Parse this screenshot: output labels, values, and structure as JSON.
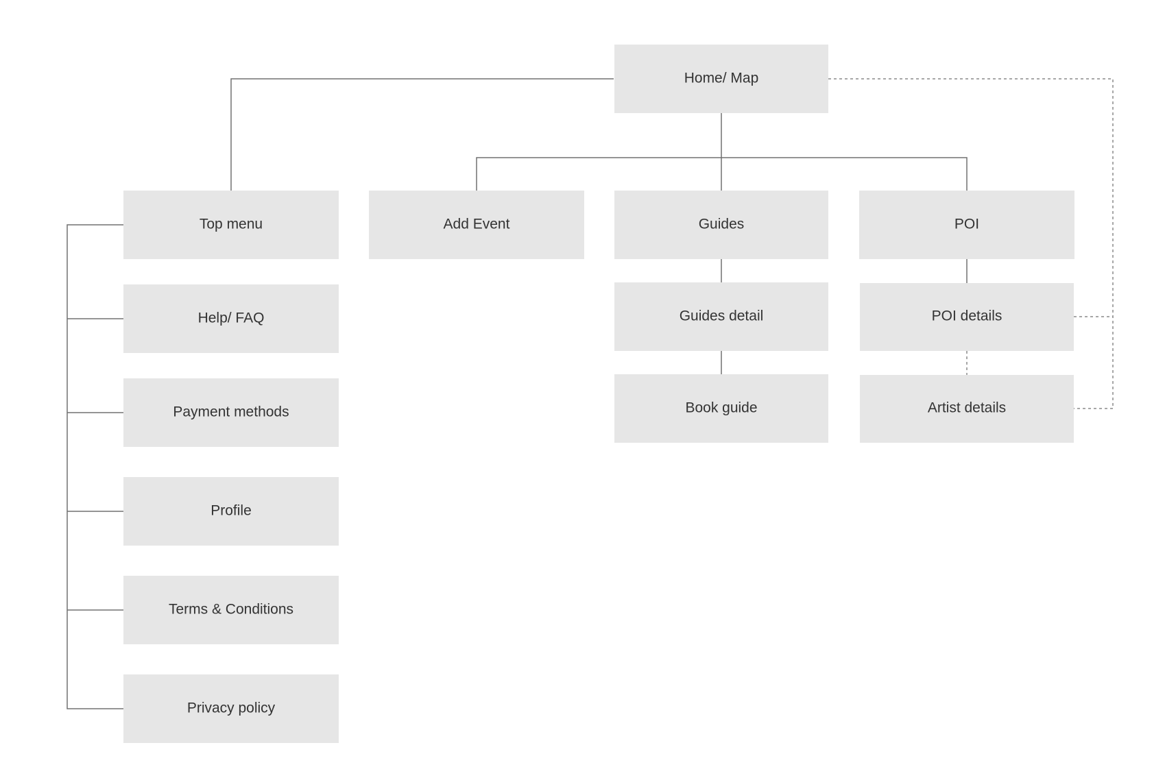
{
  "colors": {
    "node_fill": "#e6e6e6",
    "node_text": "#333333",
    "line": "#707070",
    "dashed_line": "#8a8a8a",
    "background": "#ffffff"
  },
  "nodes": {
    "home_map": "Home/ Map",
    "top_menu": "Top menu",
    "help_faq": "Help/ FAQ",
    "payment_methods": "Payment methods",
    "profile": "Profile",
    "terms_conditions": "Terms & Conditions",
    "privacy_policy": "Privacy policy",
    "add_event": "Add Event",
    "guides": "Guides",
    "guides_detail": "Guides detail",
    "book_guide": "Book guide",
    "poi": "POI",
    "poi_details": "POI details",
    "artist_details": "Artist details"
  },
  "links": [
    {
      "from": "home_map",
      "to": "top_menu",
      "style": "solid"
    },
    {
      "from": "home_map",
      "to": "add_event",
      "style": "solid"
    },
    {
      "from": "home_map",
      "to": "guides",
      "style": "solid"
    },
    {
      "from": "home_map",
      "to": "poi",
      "style": "solid"
    },
    {
      "from": "top_menu",
      "to": "help_faq",
      "style": "solid"
    },
    {
      "from": "top_menu",
      "to": "payment_methods",
      "style": "solid"
    },
    {
      "from": "top_menu",
      "to": "profile",
      "style": "solid"
    },
    {
      "from": "top_menu",
      "to": "terms_conditions",
      "style": "solid"
    },
    {
      "from": "top_menu",
      "to": "privacy_policy",
      "style": "solid"
    },
    {
      "from": "guides",
      "to": "guides_detail",
      "style": "solid"
    },
    {
      "from": "guides_detail",
      "to": "book_guide",
      "style": "solid"
    },
    {
      "from": "poi",
      "to": "poi_details",
      "style": "solid"
    },
    {
      "from": "poi_details",
      "to": "artist_details",
      "style": "dashed"
    },
    {
      "from": "home_map",
      "to": "poi_details",
      "style": "dashed"
    },
    {
      "from": "home_map",
      "to": "artist_details",
      "style": "dashed"
    }
  ]
}
